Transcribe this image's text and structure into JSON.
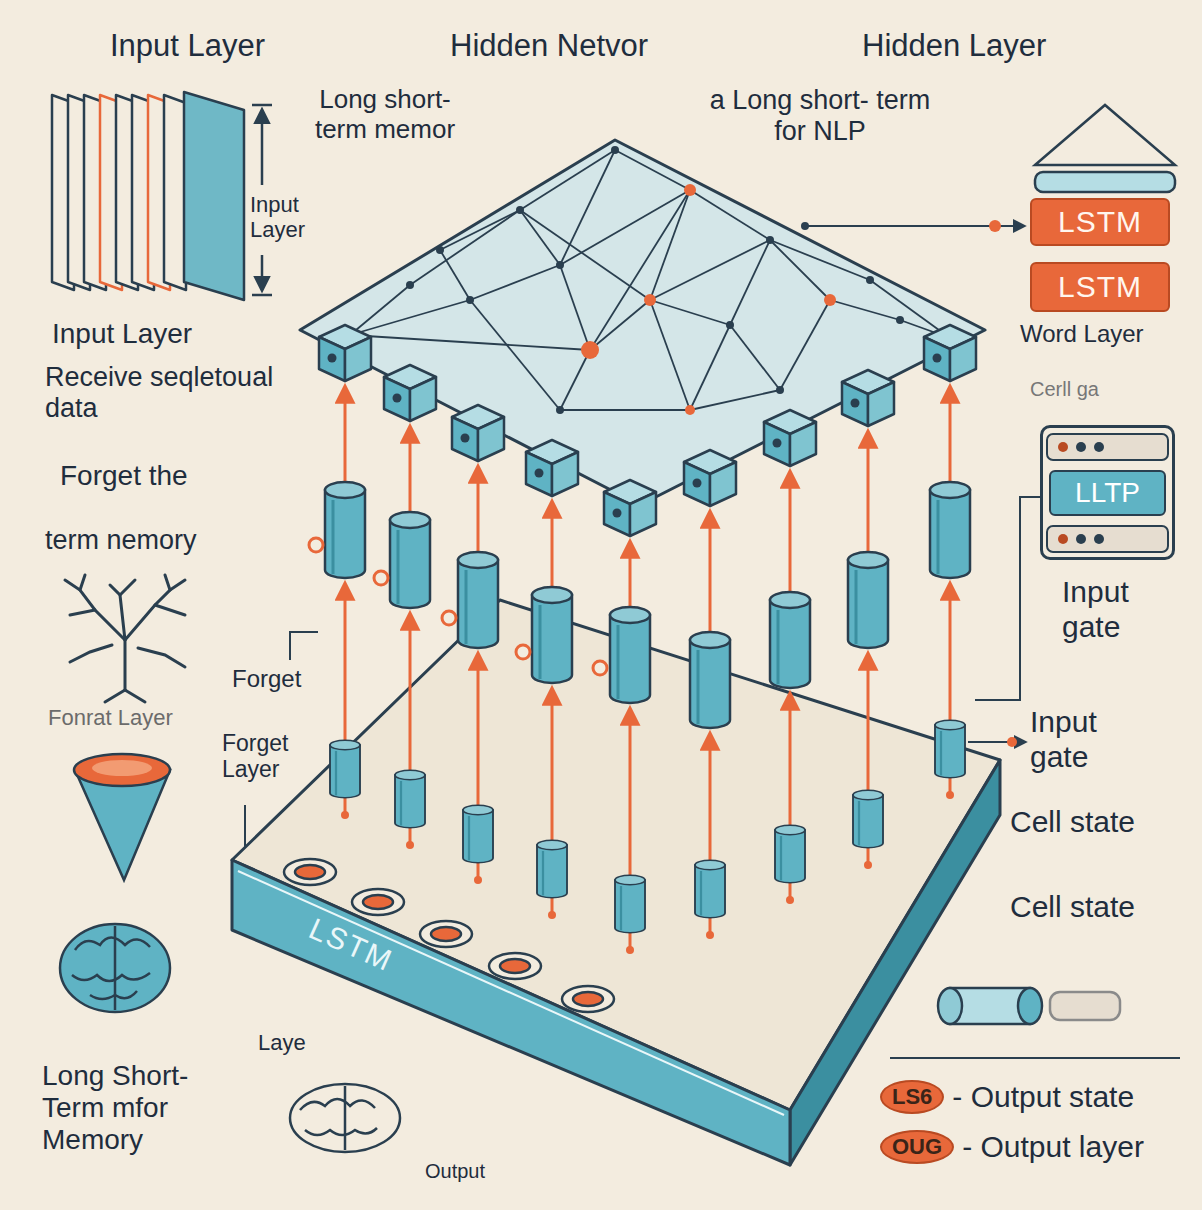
{
  "diagram": {
    "nodes": [
      {
        "text": [
          "LSTM"
        ]
      },
      {
        "text": [
          "LSTM"
        ]
      },
      {
        "text": [
          "LLTP"
        ]
      },
      {
        "text": [
          "LSTM"
        ]
      },
      {
        "text": [
          "LS6",
          "- Output state"
        ]
      },
      {
        "text": [
          "OUG",
          "- Output layer"
        ]
      }
    ],
    "labels": [
      "Input Layer",
      "Hidden Netvor",
      "Hidden Layer",
      "Long short- term memor",
      "a Long short- term for NLP",
      "Input Layer",
      "Input Layer",
      "Receive seqletoual data",
      "Forget the",
      "term nemory",
      "Forget",
      "Fonrat Layer",
      "Forget Layer",
      "Laye",
      "Long Short- Term mfor Memory",
      "Output",
      "Word Layer",
      "Cerll ga",
      "Input gate",
      "Input gate",
      "Cell state",
      "Cell state"
    ]
  }
}
